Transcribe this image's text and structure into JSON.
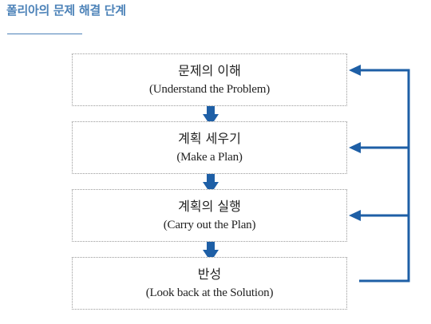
{
  "header": {
    "title": "폴리아의 문제 해결 단계"
  },
  "steps": [
    {
      "korean": "문제의 이해",
      "english": "(Understand the Problem)"
    },
    {
      "korean": "계획 세우기",
      "english": "(Make a Plan)"
    },
    {
      "korean": "계획의 실행",
      "english": "(Carry out the Plan)"
    },
    {
      "korean": "반성",
      "english": "(Look back at the Solution)"
    }
  ],
  "colors": {
    "title": "#4c82b8",
    "arrow": "#1e5fa6",
    "box_border": "#9a9a9a",
    "text": "#222222"
  }
}
